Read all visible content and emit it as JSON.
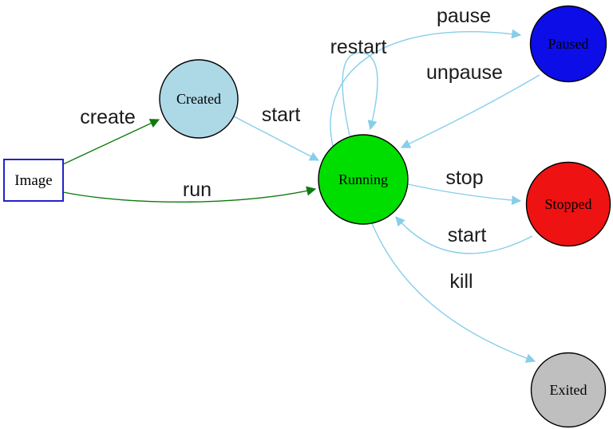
{
  "diagram": {
    "type": "state-diagram",
    "subject": "container lifecycle states",
    "background": "#ffffff",
    "edge_color_action": "#0e7a0e",
    "edge_color_transition": "#87ceeb"
  },
  "nodes": {
    "image": {
      "label": "Image",
      "shape": "box",
      "fill": "#ffffff",
      "border": "#2323cb"
    },
    "created": {
      "label": "Created",
      "shape": "circle",
      "fill": "#add8e6",
      "border": "#000000"
    },
    "running": {
      "label": "Running",
      "shape": "circle",
      "fill": "#00de00",
      "border": "#000000"
    },
    "paused": {
      "label": "Paused",
      "shape": "circle",
      "fill": "#0d0de8",
      "border": "#000000"
    },
    "stopped": {
      "label": "Stopped",
      "shape": "circle",
      "fill": "#ee1212",
      "border": "#000000"
    },
    "exited": {
      "label": "Exited",
      "shape": "circle",
      "fill": "#bfbfbf",
      "border": "#000000"
    }
  },
  "edges": {
    "create": {
      "label": "create",
      "from": "Image",
      "to": "Created",
      "color": "#0e7a0e"
    },
    "run": {
      "label": "run",
      "from": "Image",
      "to": "Running",
      "color": "#0e7a0e"
    },
    "start_created": {
      "label": "start",
      "from": "Created",
      "to": "Running",
      "color": "#87ceeb"
    },
    "restart": {
      "label": "restart",
      "from": "Running",
      "to": "Running",
      "color": "#87ceeb"
    },
    "pause": {
      "label": "pause",
      "from": "Running",
      "to": "Paused",
      "color": "#87ceeb"
    },
    "unpause": {
      "label": "unpause",
      "from": "Paused",
      "to": "Running",
      "color": "#87ceeb"
    },
    "stop": {
      "label": "stop",
      "from": "Running",
      "to": "Stopped",
      "color": "#87ceeb"
    },
    "start_stopped": {
      "label": "start",
      "from": "Stopped",
      "to": "Running",
      "color": "#87ceeb"
    },
    "kill": {
      "label": "kill",
      "from": "Running",
      "to": "Exited",
      "color": "#87ceeb"
    }
  }
}
